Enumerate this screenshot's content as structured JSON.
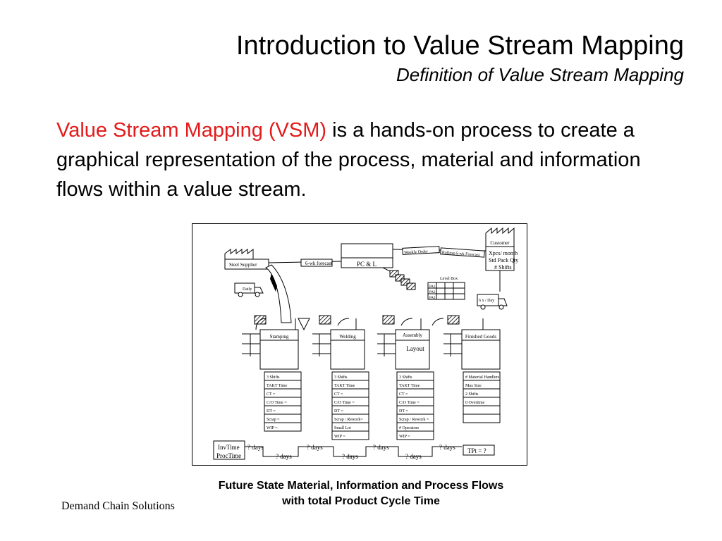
{
  "slide": {
    "title": "Introduction to Value Stream Mapping",
    "subtitle": "Definition of Value Stream Mapping",
    "body_highlight": "Value Stream Mapping (VSM)",
    "body_rest": " is a hands-on process to create a graphical representation of the process, material and information flows within a value stream.",
    "caption_line1": "Future State Material, Information and Process Flows",
    "caption_line2": "with total Product Cycle Time",
    "footer": "Demand Chain Solutions"
  },
  "diagram": {
    "customer": "Customer",
    "customer_info": [
      "Xpcs/ month",
      "Std Pack Qty",
      "# Shifts"
    ],
    "weekly_order": "Weekly Order",
    "rolling_forecast": "Rolling 6-wk Forecast",
    "control": "PC & L",
    "six_wk_forecast": "6-wk forecast",
    "supplier": "Steel Supplier",
    "daily": "Daily",
    "level_box": "Level Box",
    "level_rows": [
      "PA1",
      "PA2",
      "PA3"
    ],
    "delivery": "6 x / Day",
    "layout": "Layout",
    "processes": [
      {
        "name": "Stamping",
        "data": [
          "3 Shifts",
          "TAKT Time",
          "CT =",
          "C/O Time =",
          "DT =",
          "Scrap =",
          "WIP ="
        ]
      },
      {
        "name": "Welding",
        "data": [
          "3 Shifts",
          "TAKT Time",
          "CT =",
          "C/O Time =",
          "DT =",
          "Scrap / Rework=",
          "Small Lot",
          "WIP ="
        ]
      },
      {
        "name": "Assembly",
        "data": [
          "3 Shifts",
          "TAKT Time",
          "CT =",
          "C/O Time =",
          "DT =",
          "Scrap / Rework =",
          "# Operators",
          "WIP ="
        ]
      },
      {
        "name": "Finished Goods",
        "data": [
          "# Material Handlers",
          "Max Size",
          "2 Shifts",
          "0 Overtime"
        ]
      }
    ],
    "timeline": {
      "inv_label": "InvTime",
      "proc_label": "ProcTime",
      "inv_days": [
        "? days",
        "? days",
        "? days",
        "? days"
      ],
      "proc_days": [
        "? days",
        "? days",
        "? days"
      ],
      "tpt": "TPt = ?"
    }
  }
}
